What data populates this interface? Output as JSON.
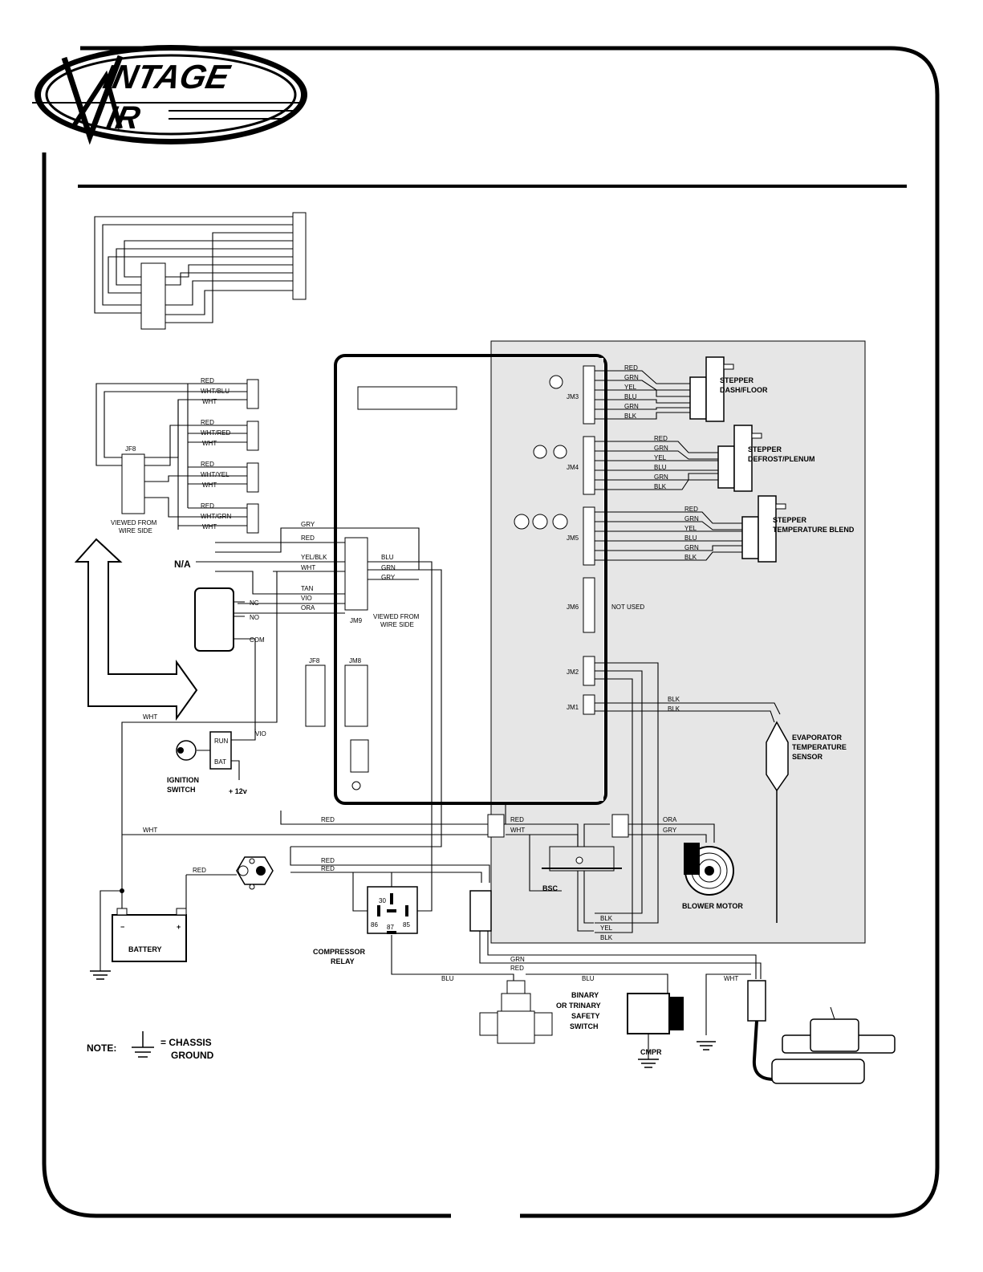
{
  "logo": {
    "text": "Vintage Air"
  },
  "module": {
    "jf8_label": "JF8",
    "jm8_label": "JM8",
    "jm9_label": "JM9",
    "viewed_from": "VIEWED FROM",
    "wire_side": "WIRE SIDE",
    "jm3": "JM3",
    "jm4": "JM4",
    "jm5": "JM5",
    "jm6": "JM6",
    "jm2": "JM2",
    "jm1": "JM1",
    "not_used": "NOT USED"
  },
  "steppers": {
    "dash_floor_1": "STEPPER",
    "dash_floor_2": "DASH/FLOOR",
    "defrost_1": "STEPPER",
    "defrost_2": "DEFROST/PLENUM",
    "blend_1": "STEPPER",
    "blend_2": "TEMPERATURE BLEND"
  },
  "wire_colors": {
    "red": "RED",
    "grn": "GRN",
    "yel": "YEL",
    "blu": "BLU",
    "blk": "BLK",
    "wht": "WHT",
    "gry": "GRY",
    "tan": "TAN",
    "vio": "VIO",
    "ora": "ORA",
    "yel_blk": "YEL/BLK",
    "wht_blu": "WHT/BLU",
    "wht_red": "WHT/RED",
    "wht_yel": "WHT/YEL",
    "wht_grn": "WHT/GRN"
  },
  "sensor": {
    "l1": "EVAPORATOR",
    "l2": "TEMPERATURE",
    "l3": "SENSOR"
  },
  "components": {
    "na": "N/A",
    "nc": "NC",
    "no": "NO",
    "com": "COM",
    "run": "RUN",
    "bat": "BAT",
    "ignition_1": "IGNITION",
    "ignition_2": "SWITCH",
    "plus12": "+ 12v",
    "battery": "BATTERY",
    "minus": "−",
    "plus": "+",
    "relay_1": "COMPRESSOR",
    "relay_2": "RELAY",
    "r30": "30",
    "r86": "86",
    "r87": "87",
    "r85": "85",
    "bsc": "BSC",
    "blower": "BLOWER MOTOR",
    "binary_1": "BINARY",
    "binary_2": "OR TRINARY",
    "binary_3": "SAFETY",
    "binary_4": "SWITCH",
    "cmpr": "CMPR"
  },
  "note": {
    "label": "NOTE:",
    "eq": "= CHASSIS",
    "ground": "GROUND"
  }
}
